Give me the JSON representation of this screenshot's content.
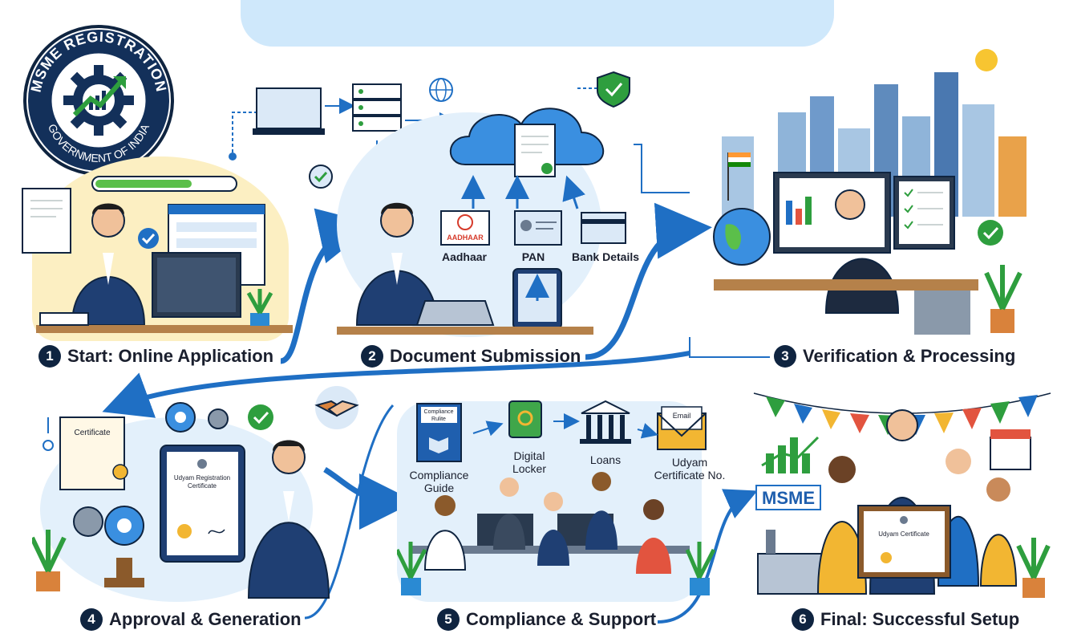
{
  "seal": {
    "top_text": "MSME REGISTRATION",
    "bottom_text": "GOVERNMENT OF INDIA"
  },
  "steps": [
    {
      "number": "1",
      "label": "Start: Online Application"
    },
    {
      "number": "2",
      "label": "Document Submission"
    },
    {
      "number": "3",
      "label": "Verification & Processing"
    },
    {
      "number": "4",
      "label": "Approval & Generation"
    },
    {
      "number": "5",
      "label": "Compliance & Support"
    },
    {
      "number": "6",
      "label": "Final: Successful Setup"
    }
  ],
  "documents": {
    "aadhaar_logo": "AADHAAR",
    "aadhaar": "Aadhaar",
    "pan": "PAN",
    "bank": "Bank Details"
  },
  "approval": {
    "certificate": "Certificate",
    "udyam_cert_line1": "Udyam Registration",
    "udyam_cert_line2": "Certificate"
  },
  "compliance": {
    "book_title_1": "Compliance",
    "book_title_2": "Rulite",
    "guide_1": "Compliance",
    "guide_2": "Guide",
    "locker_1": "Digital",
    "locker_2": "Locker",
    "loans": "Loans",
    "email": "Email",
    "udyam_1": "Udyam",
    "udyam_2": "Certificate No."
  },
  "final": {
    "msme": "MSME",
    "certificate": "Udyam Certificate"
  },
  "colors": {
    "navy": "#0f2440",
    "blue": "#1f6fc4",
    "light_blue": "#cfe8fb",
    "green": "#2e9e3e"
  }
}
